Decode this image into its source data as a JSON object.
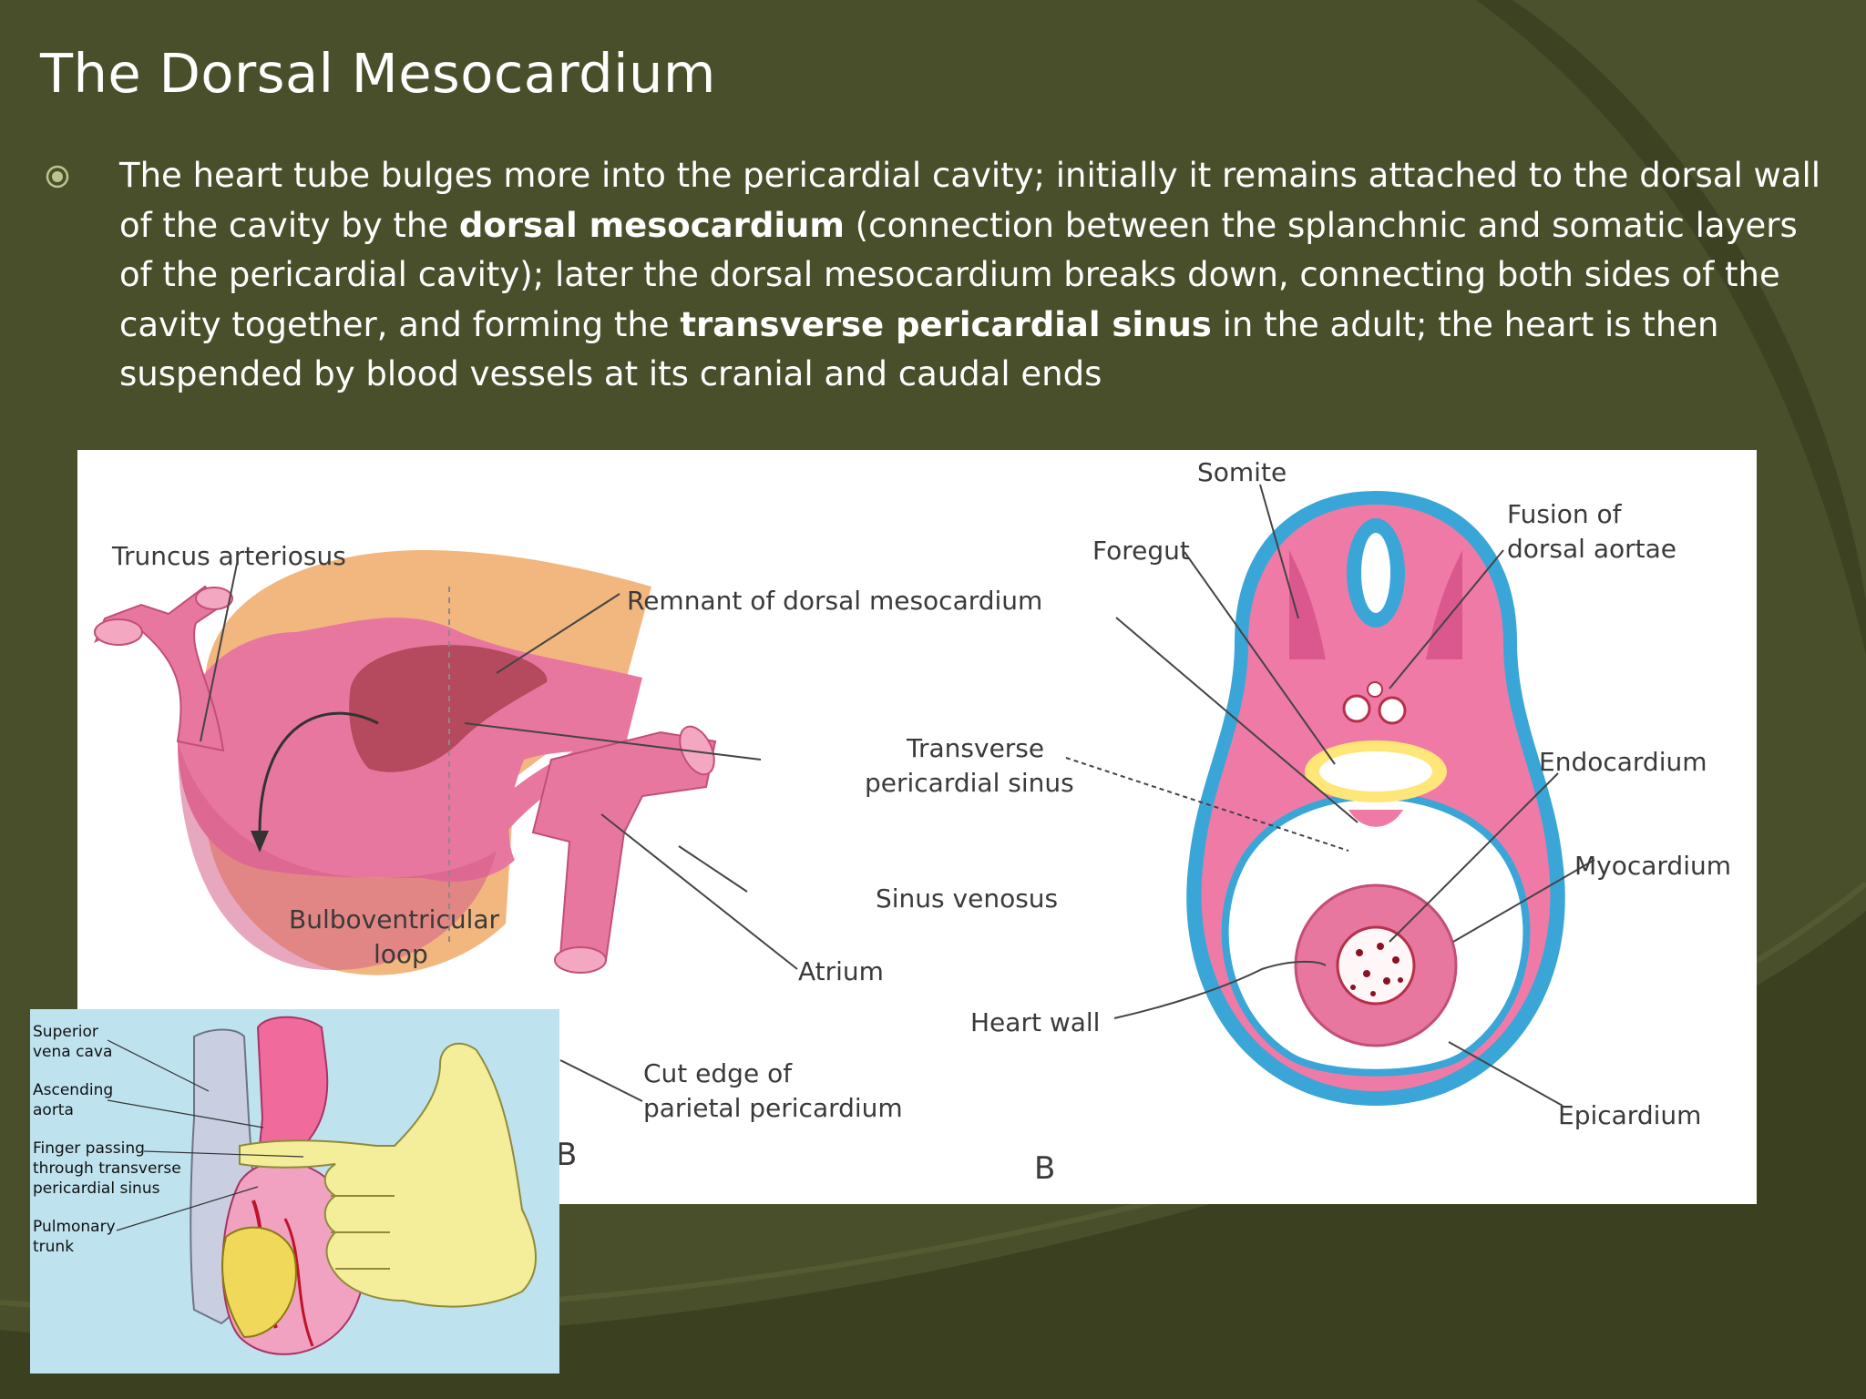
{
  "slide": {
    "title": "The Dorsal Mesocardium",
    "bullet": {
      "icon": "circle-bullet-icon",
      "text_1": "The heart tube bulges more into the pericardial cavity; initially it remains attached to the dorsal wall of the cavity by the ",
      "bold_1": "dorsal mesocardium",
      "text_2": " (connection between the splanchnic and somatic layers of the pericardial cavity); later the dorsal mesocardium breaks down, connecting both sides of the cavity together, and forming the ",
      "bold_2": "transverse pericardial sinus",
      "text_3": " in the adult; the heart is then suspended by blood vessels at its cranial and caudal ends"
    }
  },
  "figure_main": {
    "left_panel": {
      "truncus": "Truncus arteriosus",
      "remnant": "Remnant of dorsal mesocardium",
      "transverse_1": "Transverse",
      "transverse_2": "pericardial sinus",
      "sinus_venosus": "Sinus venosus",
      "bulbo_1": "Bulboventricular",
      "bulbo_2": "loop",
      "atrium": "Atrium",
      "cut_edge_1": "Cut edge of",
      "cut_edge_2": "parietal pericardium",
      "panel_letter": "B"
    },
    "right_panel": {
      "somite": "Somite",
      "foregut": "Foregut",
      "fusion_1": "Fusion of",
      "fusion_2": "dorsal aortae",
      "endocardium": "Endocardium",
      "myocardium": "Myocardium",
      "heart_wall": "Heart wall",
      "epicardium": "Epicardium",
      "panel_letter": "B"
    }
  },
  "figure_inset": {
    "svc_1": "Superior",
    "svc_2": "vena cava",
    "aorta_1": "Ascending",
    "aorta_2": "aorta",
    "finger_1": "Finger passing",
    "finger_2": "through transverse",
    "finger_3": "pericardial sinus",
    "pulm_1": "Pulmonary",
    "pulm_2": "trunk"
  },
  "colors": {
    "background": "#4a4f2b",
    "background_curve": "#3b4120",
    "text": "#ffffff",
    "bullet": "#b9c48e",
    "heart_pink": "#e8779f",
    "pericardium_tan": "#f2b67f",
    "outline_blue": "#3aa6d8",
    "inset_bg": "#bfe2ef",
    "hand_yellow": "#f4ee9a"
  }
}
